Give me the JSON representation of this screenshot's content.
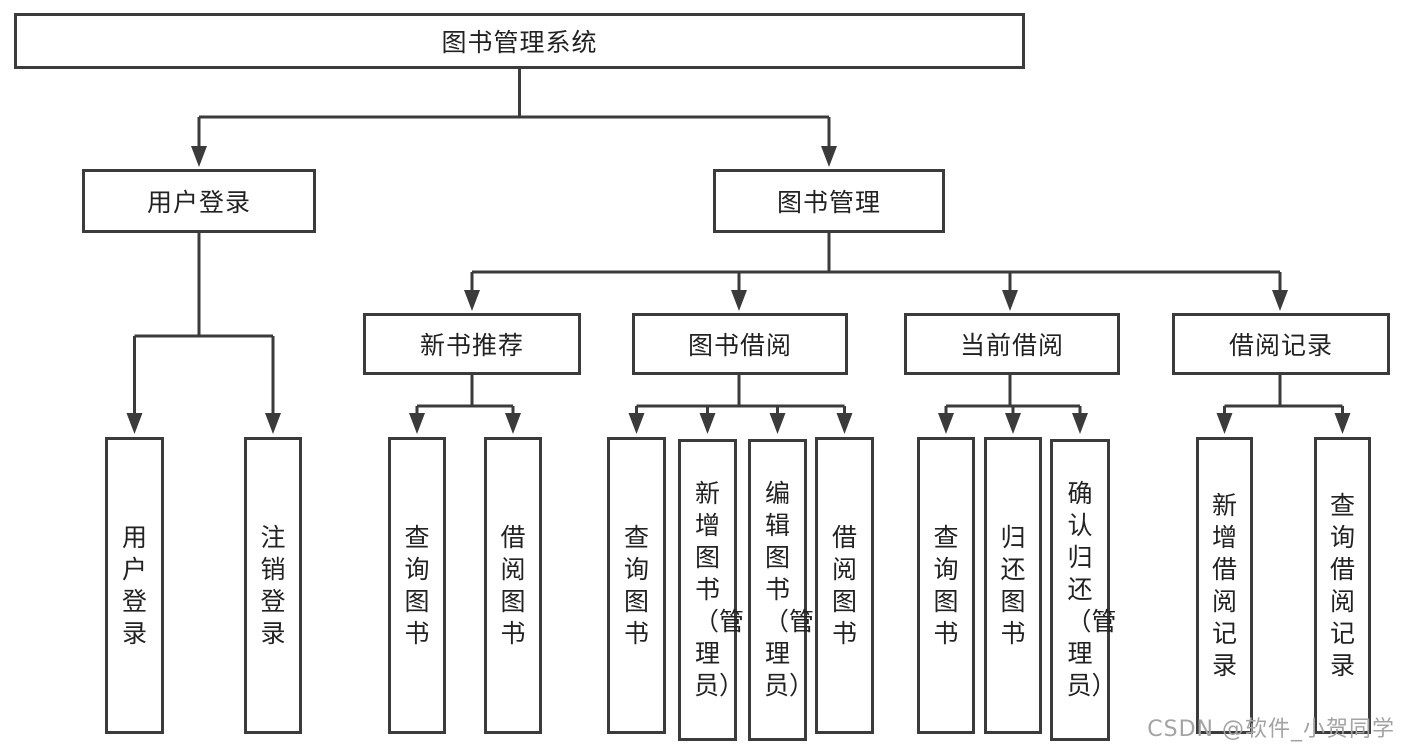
{
  "diagram": {
    "root": {
      "label": "图书管理系统"
    },
    "level2": [
      {
        "label": "用户登录"
      },
      {
        "label": "图书管理"
      }
    ],
    "level3": [
      {
        "label": "新书推荐"
      },
      {
        "label": "图书借阅"
      },
      {
        "label": "当前借阅"
      },
      {
        "label": "借阅记录"
      }
    ],
    "leaves": {
      "user_login": [
        {
          "label": "用户登录"
        },
        {
          "label": "注销登录"
        }
      ],
      "new_book_recommend": [
        {
          "label": "查询图书"
        },
        {
          "label": "借阅图书"
        }
      ],
      "book_borrow": [
        {
          "label": "查询图书"
        },
        {
          "label": "新增图书（管理员）"
        },
        {
          "label": "编辑图书（管理员）"
        },
        {
          "label": "借阅图书"
        }
      ],
      "current_borrow": [
        {
          "label": "查询图书"
        },
        {
          "label": "归还图书"
        },
        {
          "label": "确认归还（管理员）"
        }
      ],
      "borrow_records": [
        {
          "label": "新增借阅记录"
        },
        {
          "label": "查询借阅记录"
        }
      ]
    },
    "watermark": "CSDN @软件_小贺同学",
    "colors": {
      "line": "#3b3b3b",
      "text": "#222222",
      "background": "#ffffff",
      "watermark": "#a3a3a3"
    }
  }
}
